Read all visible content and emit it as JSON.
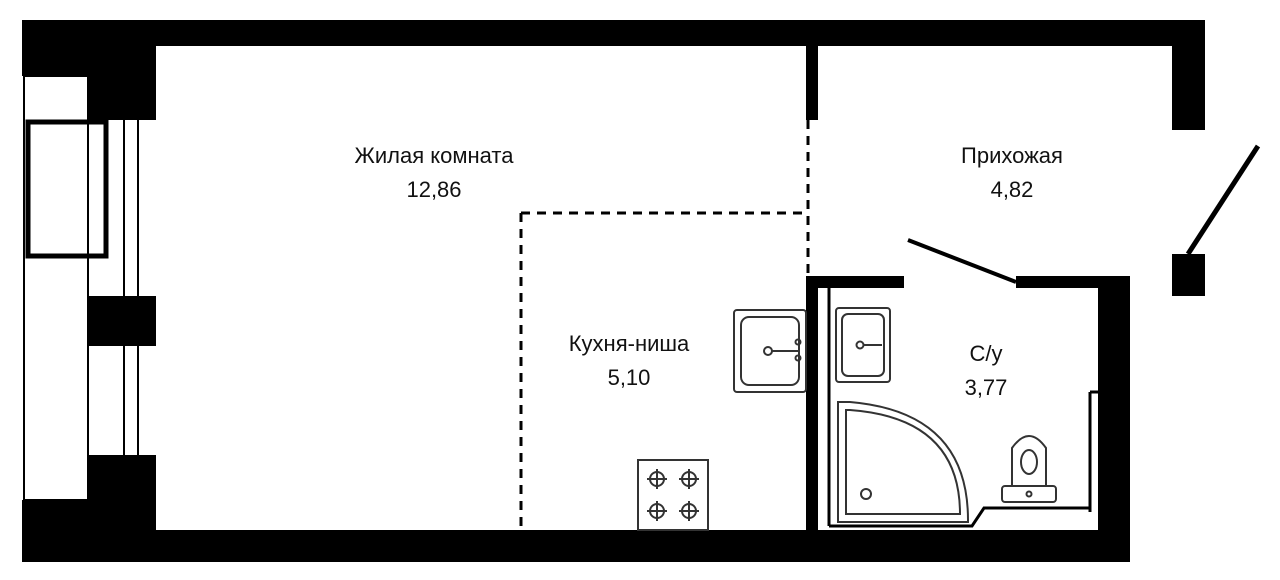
{
  "rooms": {
    "living": {
      "name": "Жилая комната",
      "area": "12,86"
    },
    "hall": {
      "name": "Прихожая",
      "area": "4,82"
    },
    "kitchen": {
      "name": "Кухня-ниша",
      "area": "5,10"
    },
    "bathroom": {
      "name": "С/у",
      "area": "3,77"
    }
  },
  "colors": {
    "wall": "#000000",
    "background": "#ffffff",
    "fixture": "#333333"
  }
}
